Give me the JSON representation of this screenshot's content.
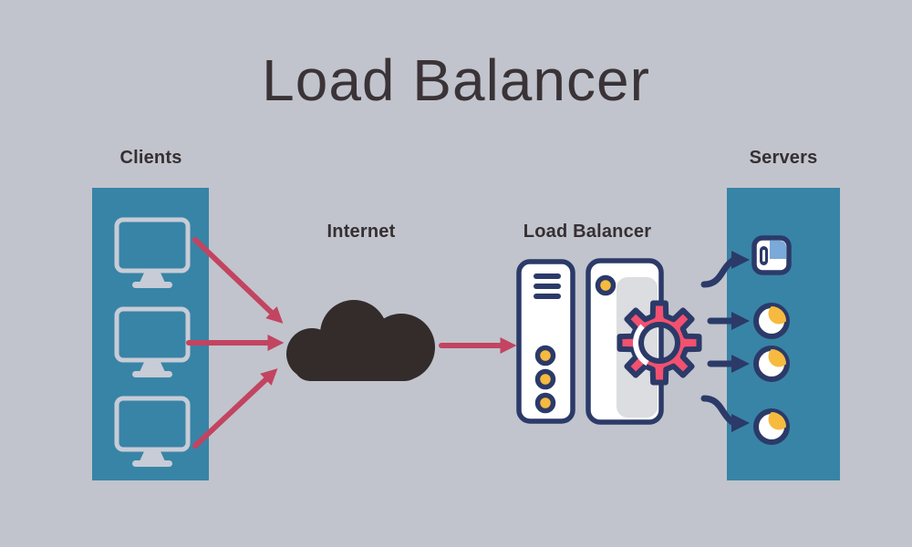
{
  "title": "Load Balancer",
  "labels": {
    "clients": "Clients",
    "internet": "Internet",
    "load_balancer": "Load Balancer",
    "servers": "Servers"
  },
  "diagram": {
    "type": "flow",
    "nodes": [
      {
        "id": "clients",
        "label": "Clients",
        "icon": "desktop-monitor-icon",
        "instances": 3,
        "panel": true
      },
      {
        "id": "internet",
        "label": "Internet",
        "icon": "cloud-icon",
        "instances": 1,
        "panel": false
      },
      {
        "id": "load-balancer",
        "label": "Load Balancer",
        "icon": "server-tower-gear-icon",
        "instances": 2,
        "panel": false
      },
      {
        "id": "servers",
        "label": "Servers",
        "icon": "server-node-icon",
        "instances": 4,
        "panel": true
      }
    ],
    "edges": [
      {
        "from": "clients",
        "to": "internet",
        "count": 3,
        "style": "straight",
        "color_key": "arrow_red"
      },
      {
        "from": "internet",
        "to": "load-balancer",
        "count": 1,
        "style": "straight",
        "color_key": "arrow_red"
      },
      {
        "from": "load-balancer",
        "to": "servers",
        "count": 4,
        "style": "mixed-curved",
        "color_key": "arrow_navy"
      }
    ]
  },
  "colors": {
    "background": "#c1c4cc",
    "panel_teal": "#3884a6",
    "arrow_red": "#c24461",
    "arrow_navy": "#2b3a68",
    "yellow": "#f6ba3f",
    "gear_pink": "#f2516f",
    "cloud_dark": "#332c2b",
    "text_dark": "#362f33",
    "icon_light_gray": "#c7ccd6",
    "disk_blue": "#7aa9da",
    "tower_white": "#ffffff",
    "tower_shade": "#dcdde0"
  }
}
